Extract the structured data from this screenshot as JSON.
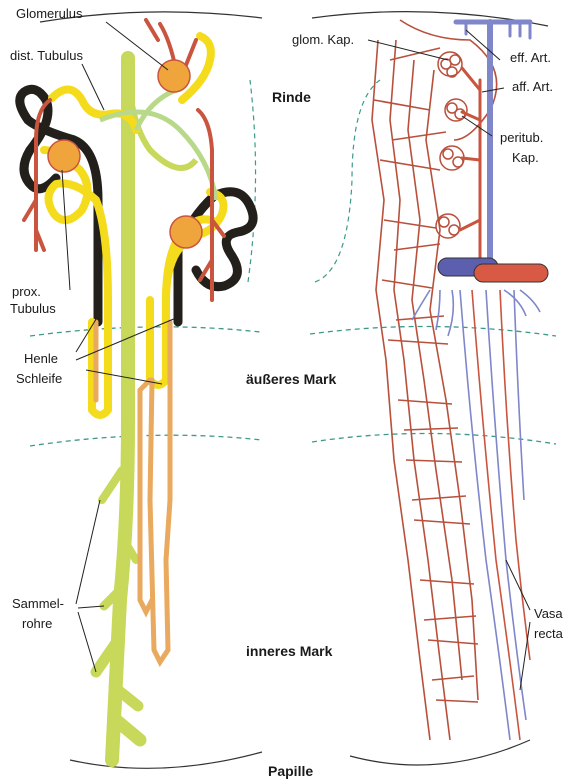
{
  "labels": {
    "glomerulus": "Glomerulus",
    "dist_tubulus": "dist. Tubulus",
    "prox_tubulus_1": "prox.",
    "prox_tubulus_2": "Tubulus",
    "henle_1": "Henle",
    "henle_2": "Schleife",
    "sammel_1": "Sammel-",
    "sammel_2": "rohre",
    "glom_kap": "glom. Kap.",
    "eff_art": "eff. Art.",
    "aff_art": "aff. Art.",
    "peritub_1": "peritub.",
    "peritub_2": "Kap.",
    "vasa_1": "Vasa",
    "vasa_2": "recta"
  },
  "zones": {
    "rinde": "Rinde",
    "aeusseres_mark": "äußeres Mark",
    "inneres_mark": "inneres Mark",
    "papille": "Papille"
  },
  "colors": {
    "artery": "#c9553f",
    "vein": "#7f86c9",
    "distal_tubule": "#f4dc1c",
    "proximal_tubule": "#231f1a",
    "collecting_duct": "#c8d85a",
    "glomerulus": "#f0a53c",
    "boundary": "#3d9a8a",
    "capillary": "#b8503c"
  }
}
